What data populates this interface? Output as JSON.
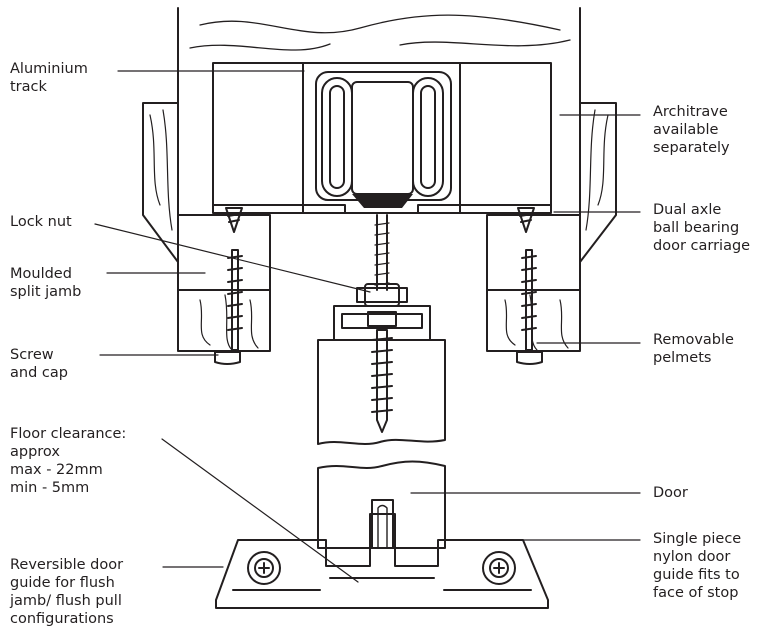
{
  "labels": {
    "aluminium_track": [
      "Aluminium",
      "track"
    ],
    "lock_nut": [
      "Lock nut"
    ],
    "moulded_split_jamb": [
      "Moulded",
      "split jamb"
    ],
    "screw_and_cap": [
      "Screw",
      "and cap"
    ],
    "floor_clearance": [
      "Floor clearance:",
      "approx",
      "max - 22mm",
      "min - 5mm"
    ],
    "reversible_door_guide": [
      "Reversible door",
      "guide for flush",
      "jamb/ flush pull",
      "configurations"
    ],
    "architrave": [
      "Architrave",
      "available",
      "separately"
    ],
    "dual_axle": [
      "Dual axle",
      "ball bearing",
      "door carriage"
    ],
    "removable_pelmets": [
      "Removable",
      "pelmets"
    ],
    "door": [
      "Door"
    ],
    "single_piece_guide": [
      "Single piece",
      "nylon door",
      "guide fits to",
      "face of stop"
    ]
  },
  "colors": {
    "ink": "#231f20",
    "dark_part": "#231f20",
    "background": "#ffffff"
  }
}
